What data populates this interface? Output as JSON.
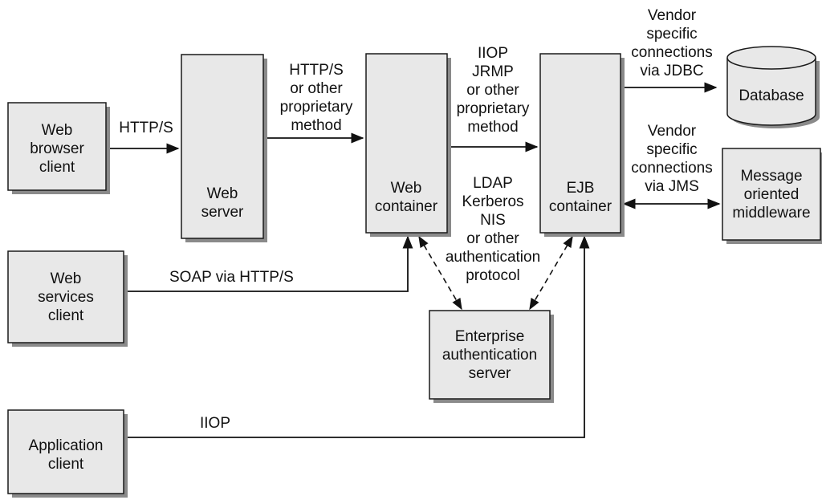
{
  "nodes": {
    "web_browser_client": [
      "Web",
      "browser",
      "client"
    ],
    "web_services_client": [
      "Web",
      "services",
      "client"
    ],
    "application_client": [
      "Application",
      "client"
    ],
    "web_server": [
      "Web",
      "server"
    ],
    "web_container": [
      "Web",
      "container"
    ],
    "ejb_container": [
      "EJB",
      "container"
    ],
    "enterprise_auth_server": [
      "Enterprise",
      "authentication",
      "server"
    ],
    "database": [
      "Database"
    ],
    "mom": [
      "Message",
      "oriented",
      "middleware"
    ]
  },
  "edges": {
    "browser_to_webserver": [
      "HTTP/S"
    ],
    "webserver_to_webcontainer": [
      "HTTP/S",
      "or other",
      "proprietary",
      "method"
    ],
    "webcontainer_to_ejb": [
      "IIOP",
      "JRMP",
      "or other",
      "proprietary",
      "method"
    ],
    "authentication": [
      "LDAP",
      "Kerberos",
      "NIS",
      "or other",
      "authentication",
      "protocol"
    ],
    "ejb_to_database": [
      "Vendor",
      "specific",
      "connections",
      "via JDBC"
    ],
    "ejb_to_mom": [
      "Vendor",
      "specific",
      "connections",
      "via JMS"
    ],
    "webservices_to_webcontainer": [
      "SOAP via HTTP/S"
    ],
    "appclient_to_ejb": [
      "IIOP"
    ]
  }
}
